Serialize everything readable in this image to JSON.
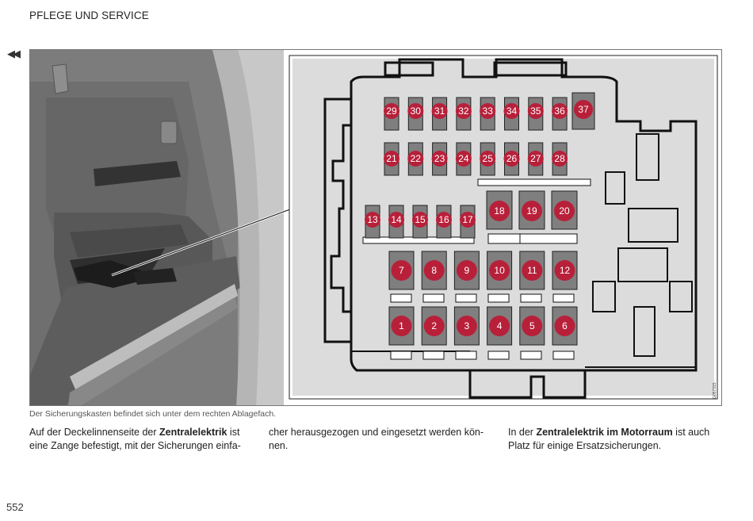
{
  "header": {
    "section_title": "PFLEGE UND SERVICE"
  },
  "navigation": {
    "back_label": "◀◀"
  },
  "figure": {
    "image_code": "G057315",
    "fuses_top": [
      "29",
      "30",
      "31",
      "32",
      "33",
      "34",
      "35",
      "36",
      "37"
    ],
    "fuses_second": [
      "21",
      "22",
      "23",
      "24",
      "25",
      "26",
      "27",
      "28"
    ],
    "fuses_small": [
      "13",
      "14",
      "15",
      "16",
      "17"
    ],
    "fuses_big": [
      "18",
      "19",
      "20"
    ],
    "fuses_upper_relay": [
      "7",
      "8",
      "9",
      "10",
      "11",
      "12"
    ],
    "fuses_lower_relay": [
      "1",
      "2",
      "3",
      "4",
      "5",
      "6"
    ],
    "marker_color": "#b8203a",
    "fuse_color": "#7f7f7f",
    "panel_color": "#dcdcdc"
  },
  "caption": "Der Sicherungskasten befindet sich unter dem rechten Ablagefach.",
  "body": {
    "col1_a": "Auf der Deckelinnenseite der ",
    "col1_b": "Zentralelektrik",
    "col1_c": " ist eine Zange befestigt, mit der Sicherungen einfa-",
    "col2": "cher herausgezogen und eingesetzt werden kön-nen.",
    "col3_a": "In der ",
    "col3_b": "Zentralelektrik im Motorraum",
    "col3_c": " ist auch Platz für einige Ersatzsicherungen."
  },
  "footer": {
    "page_number": "552"
  }
}
